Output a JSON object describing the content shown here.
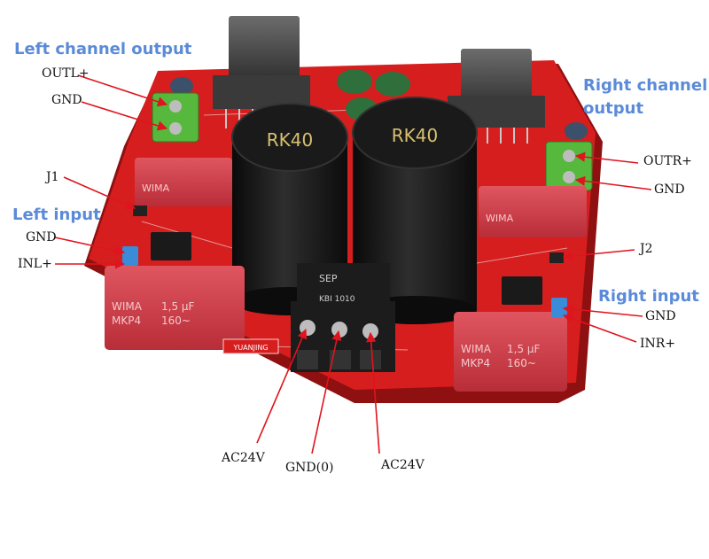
{
  "labels": {
    "left_channel_output": "Left channel output",
    "left_input": "Left input",
    "right_channel_output_line1": "Right channel",
    "right_channel_output_line2": "output",
    "right_input": "Right input",
    "outl_plus": "OUTL+",
    "gnd_left_out": "GND",
    "j1": "J1",
    "gnd_left_in": "GND",
    "inl_plus": "INL+",
    "outr_plus": "OUTR+",
    "gnd_right_out": "GND",
    "j2": "J2",
    "gnd_right_in": "GND",
    "inr_plus": "INR+",
    "ac24v_left": "AC24V",
    "gnd_zero": "GND(0)",
    "ac24v_right": "AC24V"
  },
  "board_markings": {
    "cap_left_top": "RK40",
    "cap_right_top": "RK40",
    "brand": "YUANJING",
    "wima_1": "WIMA",
    "wima_2": "MKP4",
    "wima_value": "1,5 µF",
    "wima_voltage": "160~",
    "bridge": "SEP",
    "bridge_model": "KBJ 1010"
  },
  "colors": {
    "board_red": "#d61e1e",
    "label_blue": "#5b8bd8",
    "arrow_red": "#e0141e",
    "wima_red": "#cf3b45",
    "cap_black": "#141414",
    "terminal_green": "#56b83c",
    "terminal_black": "#1c1c1c"
  }
}
